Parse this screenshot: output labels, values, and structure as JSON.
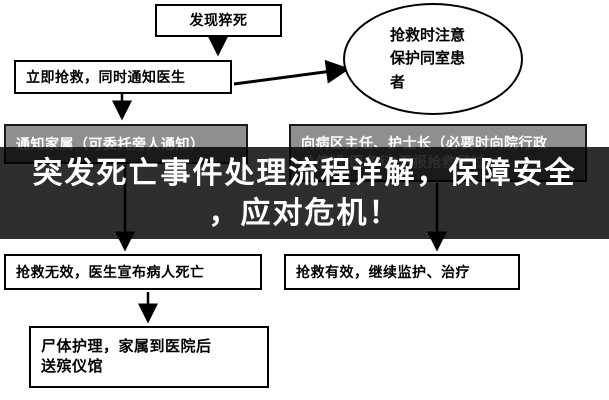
{
  "colors": {
    "banner_bg": "rgba(0,0,0,0.82)",
    "gray_box_bg": "#8f8f8f",
    "box_border": "#000000",
    "text_on_banner": "#ffffff"
  },
  "banner": {
    "line1": "突发死亡事件处理流程详解，保障安全",
    "line2": "，应对危机！"
  },
  "nodes": {
    "discover": "发现猝死",
    "rescue": "立即抢救，同时通知医生",
    "protect_patients": "抢救时注意保护同室患者",
    "notify_family": "通知家属（可委托旁人通知）",
    "report_line1": "向病区主任、护士长（必要时向院行政",
    "report_line2": "总值班(医务科)汇报抢救经过",
    "rescue_failed": "抢救无效，医生宣布病人死亡",
    "rescue_success": "抢救有效，继续监护、治疗",
    "body_care_line1": "尸体护理，家属到医院后",
    "body_care_line2": "送殡仪馆"
  }
}
